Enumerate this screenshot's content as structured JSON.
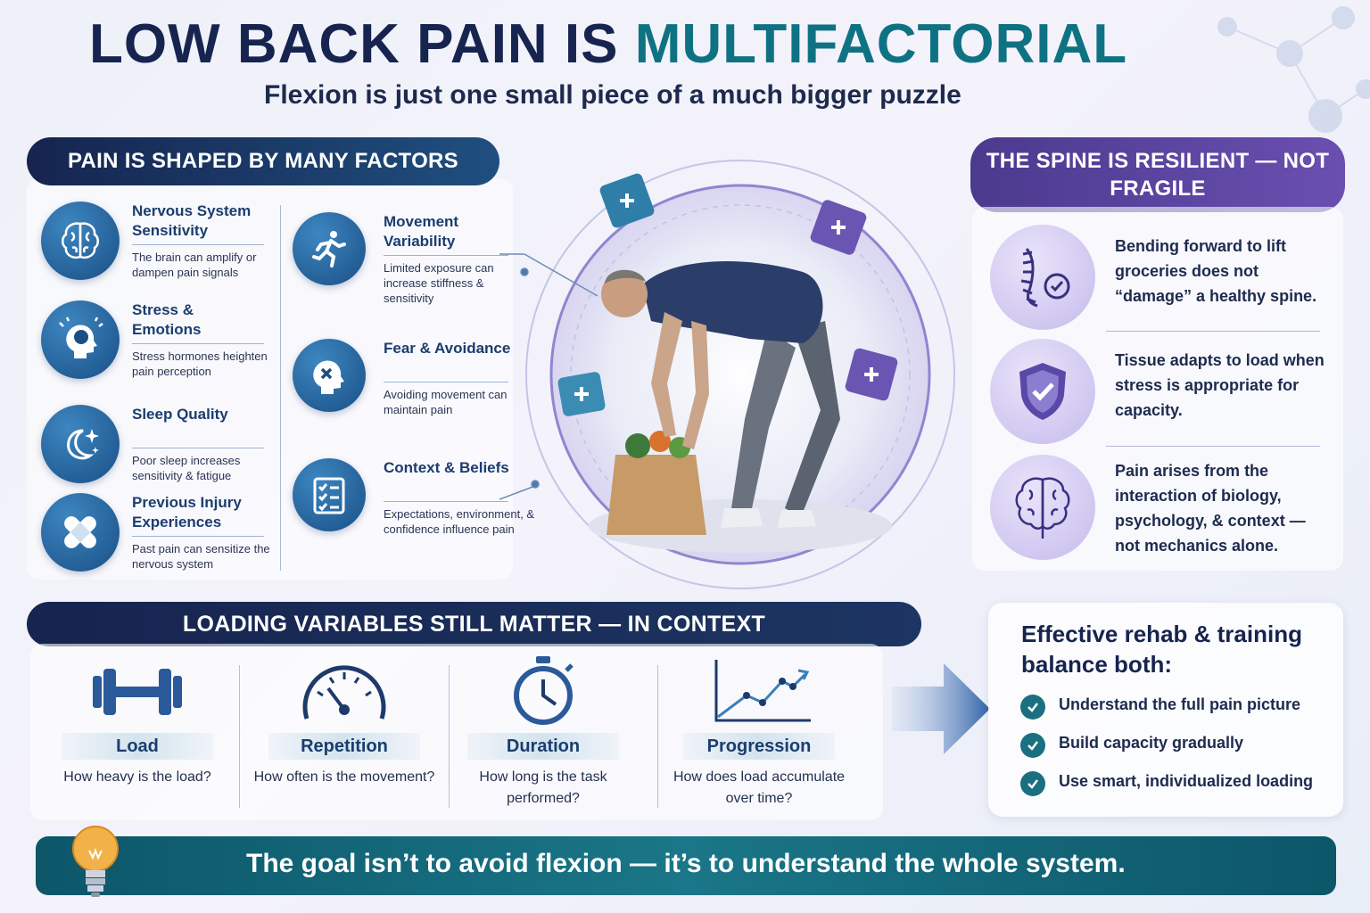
{
  "header": {
    "title_main": "LOW BACK PAIN IS ",
    "title_accent": "MULTIFACTORIAL",
    "subtitle": "Flexion is just one small piece of a much bigger puzzle"
  },
  "factors": {
    "heading": "PAIN IS SHAPED BY MANY FACTORS",
    "items": [
      {
        "title": "Nervous System Sensitivity",
        "desc": "The brain can amplify or dampen pain signals",
        "icon": "brain-icon"
      },
      {
        "title": "Stress & Emotions",
        "desc": "Stress hormones heighten pain perception",
        "icon": "head-brain-icon"
      },
      {
        "title": "Sleep Quality",
        "desc": "Poor sleep increases sensitivity & fatigue",
        "icon": "moon-stars-icon"
      },
      {
        "title": "Previous Injury Experiences",
        "desc": "Past pain can sensitize the nervous system",
        "icon": "bandage-icon"
      },
      {
        "title": "Movement Variability",
        "desc": "Limited exposure can increase stiffness & sensitivity",
        "icon": "running-person-icon"
      },
      {
        "title": "Fear & Avoidance",
        "desc": "Avoiding movement can maintain pain",
        "icon": "head-x-icon"
      },
      {
        "title": "Context & Beliefs",
        "desc": "Expectations, environment, & confidence influence pain",
        "icon": "checklist-icon"
      }
    ]
  },
  "resilient": {
    "heading": "THE SPINE IS RESILIENT — NOT FRAGILE",
    "items": [
      {
        "text": "Bending forward to lift groceries does not “damage” a healthy spine.",
        "icon": "spine-check-icon"
      },
      {
        "text": "Tissue adapts to load when stress is appropriate for capacity.",
        "icon": "shield-check-icon"
      },
      {
        "text": "Pain arises from the interaction of biology, psychology, & context — not mechanics alone.",
        "icon": "brain-outline-icon"
      }
    ]
  },
  "loading": {
    "heading": "LOADING VARIABLES STILL MATTER — IN CONTEXT",
    "items": [
      {
        "label": "Load",
        "desc": "How heavy is the load?",
        "icon": "dumbbell-icon"
      },
      {
        "label": "Repetition",
        "desc": "How often is the movement?",
        "icon": "gauge-icon"
      },
      {
        "label": "Duration",
        "desc": "How long is the task performed?",
        "icon": "stopwatch-icon"
      },
      {
        "label": "Progression",
        "desc": "How does load accumulate over time?",
        "icon": "line-chart-icon"
      }
    ]
  },
  "balance": {
    "title": "Effective rehab & training balance both:",
    "items": [
      "Understand the full pain picture",
      "Build capacity gradually",
      "Use smart, individualized loading"
    ]
  },
  "banner": {
    "text": "The goal isn’t to avoid flexion — it’s to understand the whole system."
  },
  "colors": {
    "navy": "#16244f",
    "teal": "#0f7283",
    "purple": "#5b44a0",
    "icon_blue": "#1a4f86"
  }
}
